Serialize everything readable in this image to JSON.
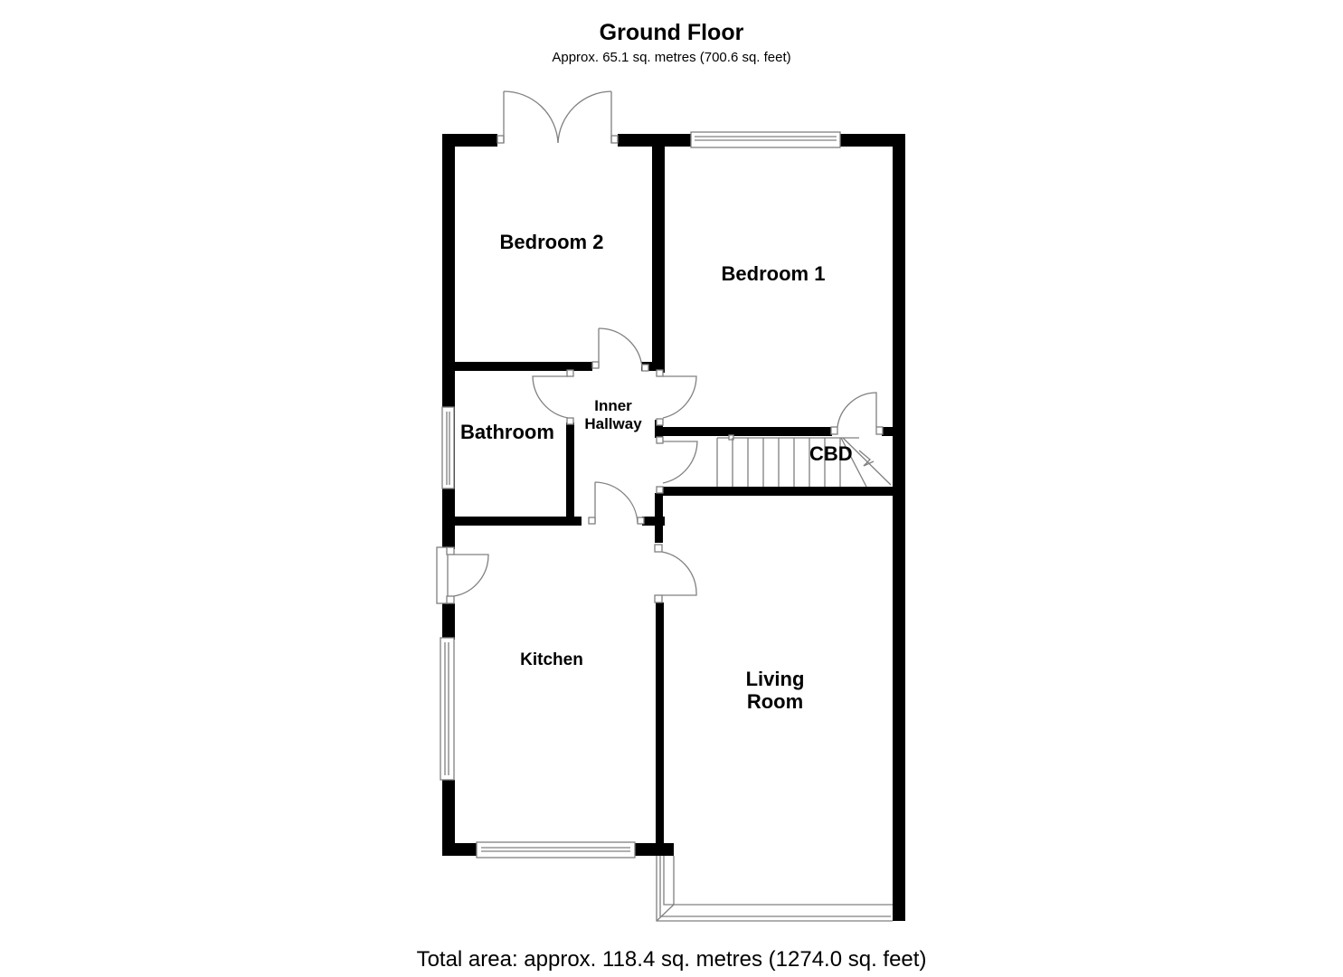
{
  "header": {
    "title": "Ground Floor",
    "subtitle": "Approx. 65.1 sq. metres (700.6 sq. feet)"
  },
  "rooms": [
    {
      "id": "bedroom-2",
      "label": "Bedroom 2"
    },
    {
      "id": "bedroom-1",
      "label": "Bedroom 1"
    },
    {
      "id": "inner-hallway",
      "label_line1": "Inner",
      "label_line2": "Hallway"
    },
    {
      "id": "bathroom",
      "label": "Bathroom"
    },
    {
      "id": "cbd",
      "label": "CBD"
    },
    {
      "id": "kitchen",
      "label": "Kitchen"
    },
    {
      "id": "living-room",
      "label_line1": "Living",
      "label_line2": "Room"
    }
  ],
  "footer": {
    "total_area": "Total area: approx. 118.4 sq. metres (1274.0 sq. feet)"
  },
  "colors": {
    "wall": "#000000",
    "fixture_line": "#808080",
    "background": "#ffffff"
  }
}
